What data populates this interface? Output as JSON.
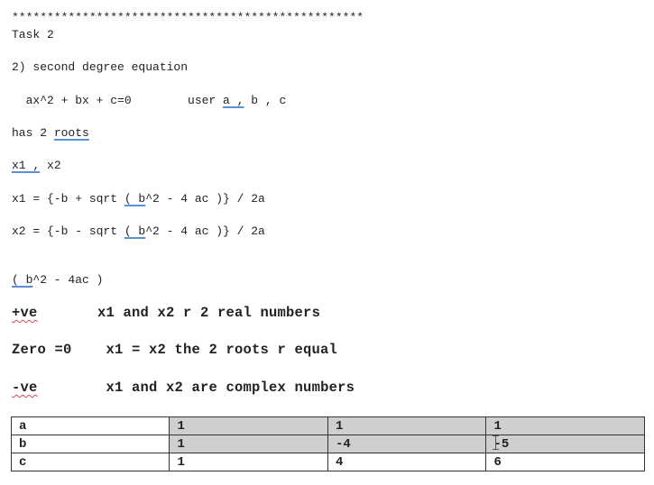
{
  "lines": {
    "stars": "**************************************************",
    "task": "Task 2",
    "heading": "2) second degree equation",
    "eq_prefix": "  ax^2 + bx + c=0        user ",
    "eq_a": "a ,",
    "eq_rest": " b , c",
    "roots_prefix": "has 2 ",
    "roots_word": "roots",
    "x_x1": "x1 ,",
    "x_rest": " x2",
    "x1_prefix": "x1 = {-b + sqrt ",
    "x1_sqrt": "( b",
    "x1_rest": "^2 - 4 ac )} / 2a",
    "x2_prefix": "x2 = {-b - sqrt ",
    "x2_sqrt": "( b",
    "x2_rest": "^2 - 4 ac )} / 2a",
    "disc_sq": "( b",
    "disc_rest": "^2 - 4ac )",
    "pos_label": "+ve",
    "pos_text": "       x1 and x2 r 2 real numbers",
    "zero_text": "Zero =0    x1 = x2 the 2 roots r equal",
    "neg_label": "-ve",
    "neg_text": "        x1 and x2 are complex numbers"
  },
  "table": {
    "rows": [
      {
        "label": "a",
        "values": [
          "1",
          "1",
          "1"
        ]
      },
      {
        "label": "b",
        "values": [
          "1",
          "-4",
          "-5"
        ]
      },
      {
        "label": "c",
        "values": [
          "1",
          "4",
          "6"
        ]
      }
    ]
  },
  "icons": {
    "text_cursor": "i-beam-cursor-icon"
  },
  "colors": {
    "spell_blue": "#5b8fd6",
    "spell_red": "#d94b4b",
    "cell_shade": "#cfcfcf"
  }
}
